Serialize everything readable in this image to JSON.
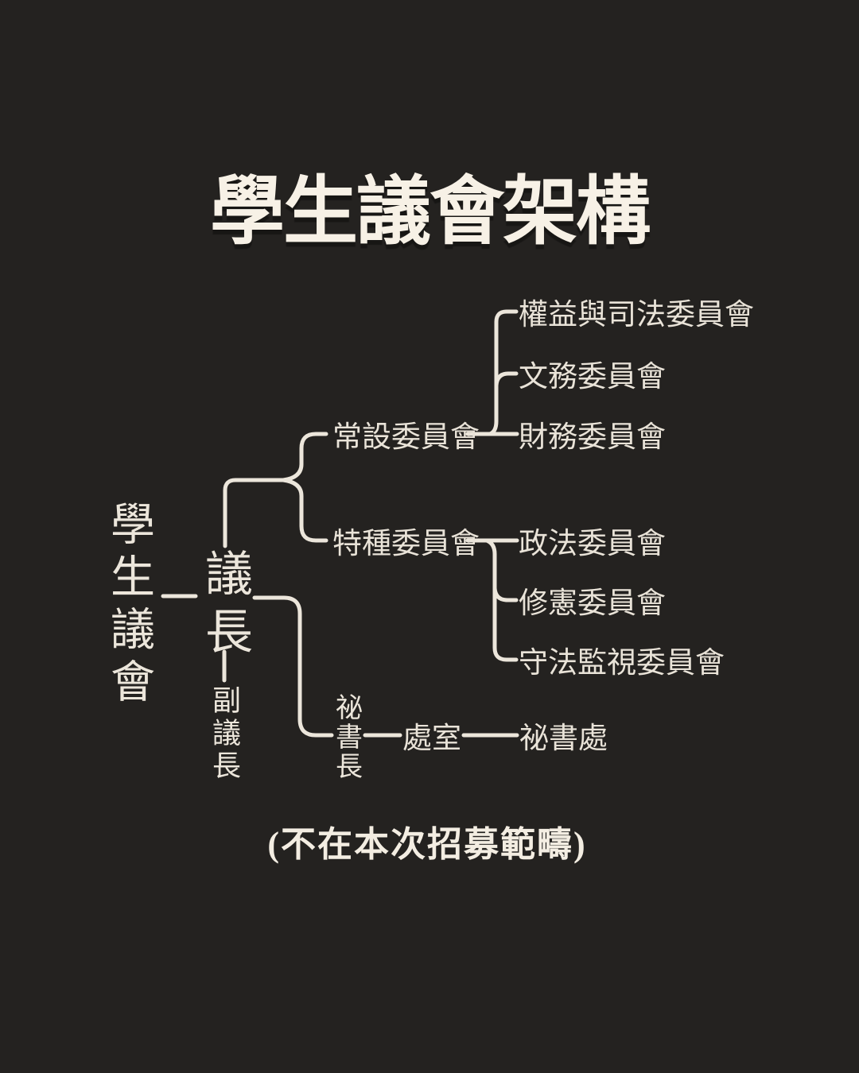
{
  "colors": {
    "background": "#242220",
    "title_text": "#f7f1e6",
    "node_text": "#ece6db",
    "connector_line": "#ece6db"
  },
  "title": "學生議會架構",
  "diagram": {
    "root": {
      "label": "學生議會"
    },
    "chair": {
      "label": "議長",
      "deputy": "副議長"
    },
    "branches": [
      {
        "label": "常設委員會",
        "children": [
          "權益與司法委員會",
          "文務委員會",
          "財務委員會"
        ]
      },
      {
        "label": "特種委員會",
        "children": [
          "政法委員會",
          "修憲委員會",
          "守法監視委員會"
        ]
      },
      {
        "label": "祕書長",
        "office": "處室",
        "office_children": [
          "祕書處"
        ]
      }
    ],
    "note": "(不在本次招募範疇)"
  }
}
